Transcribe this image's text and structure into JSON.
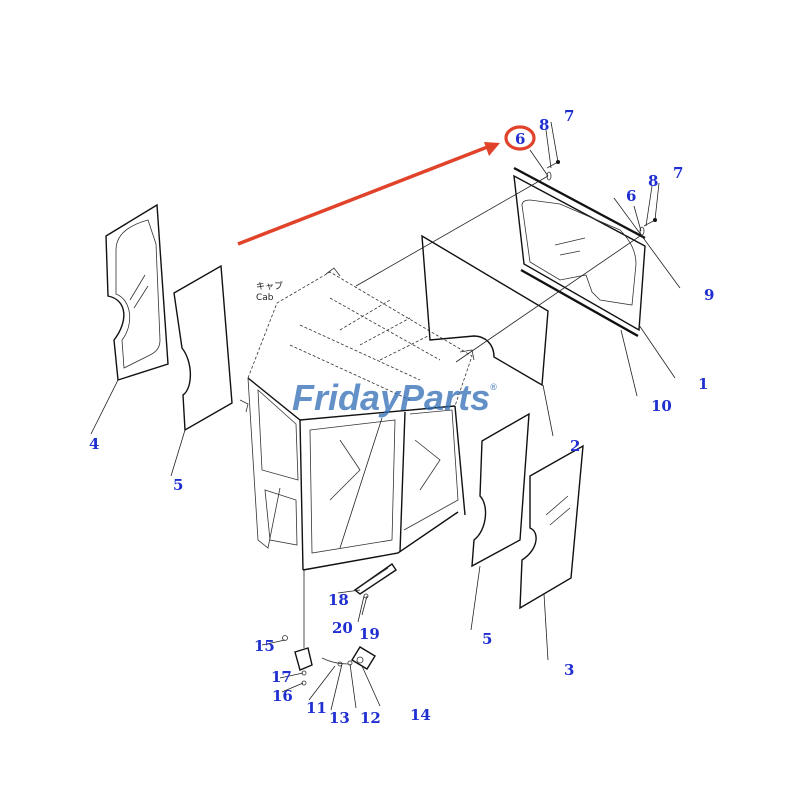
{
  "diagram": {
    "cab_label_jp": "キャブ",
    "cab_label_en": "Cab",
    "watermark": {
      "part1": "Friday",
      "part2": "Parts",
      "trademark": "®"
    },
    "colors": {
      "callout": "#1f2fd0",
      "arrow": "#e0432a",
      "watermark_blue": "#2f6db5",
      "watermark_orange": "#f08a24"
    },
    "callouts": [
      {
        "id": "c1",
        "text": "1"
      },
      {
        "id": "c2",
        "text": "2"
      },
      {
        "id": "c3",
        "text": "3"
      },
      {
        "id": "c4",
        "text": "4"
      },
      {
        "id": "c5a",
        "text": "5"
      },
      {
        "id": "c5b",
        "text": "5"
      },
      {
        "id": "c6a",
        "text": "6"
      },
      {
        "id": "c6b",
        "text": "6"
      },
      {
        "id": "c7a",
        "text": "7"
      },
      {
        "id": "c7b",
        "text": "7"
      },
      {
        "id": "c8a",
        "text": "8"
      },
      {
        "id": "c8b",
        "text": "8"
      },
      {
        "id": "c9",
        "text": "9"
      },
      {
        "id": "c10",
        "text": "10"
      },
      {
        "id": "c11",
        "text": "11"
      },
      {
        "id": "c12",
        "text": "12"
      },
      {
        "id": "c13",
        "text": "13"
      },
      {
        "id": "c14",
        "text": "14"
      },
      {
        "id": "c15",
        "text": "15"
      },
      {
        "id": "c16",
        "text": "16"
      },
      {
        "id": "c17",
        "text": "17"
      },
      {
        "id": "c18",
        "text": "18"
      },
      {
        "id": "c19",
        "text": "19"
      },
      {
        "id": "c20",
        "text": "20"
      }
    ]
  }
}
